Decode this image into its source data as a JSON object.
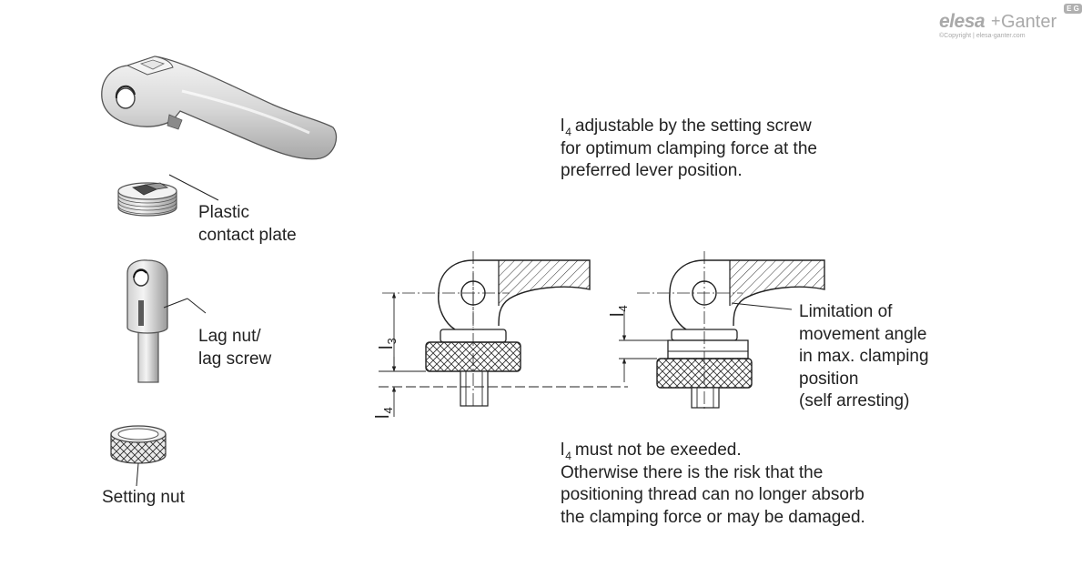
{
  "logo": {
    "brand_left": "elesa",
    "brand_plus": "+",
    "brand_right": "Ganter",
    "badge": "E G",
    "copyright": "©Copyright | elesa-ganter.com"
  },
  "parts": {
    "contact_plate": [
      "Plastic",
      "contact plate"
    ],
    "lag": [
      "Lag nut/",
      "lag screw"
    ],
    "setting_nut": "Setting nut"
  },
  "dimensions": {
    "l3_base": "l",
    "l3_sub": "3",
    "l4_base": "l",
    "l4_sub": "4"
  },
  "notes": {
    "top": {
      "line1_base": "l",
      "line1_sub": "4",
      "line1_rest": "adjustable by the setting screw",
      "line2": "for optimum clamping force at the",
      "line3": "preferred lever position."
    },
    "limitation": [
      "Limitation of",
      "movement angle",
      "in max. clamping",
      "position",
      "(self arresting)"
    ],
    "bottom": {
      "line1_base": "l",
      "line1_sub": "4",
      "line1_rest": "must not be exeeded.",
      "line2": "Otherwise there is the risk that the",
      "line3": "positioning thread can no longer absorb",
      "line4": "the clamping force or may be damaged."
    }
  }
}
